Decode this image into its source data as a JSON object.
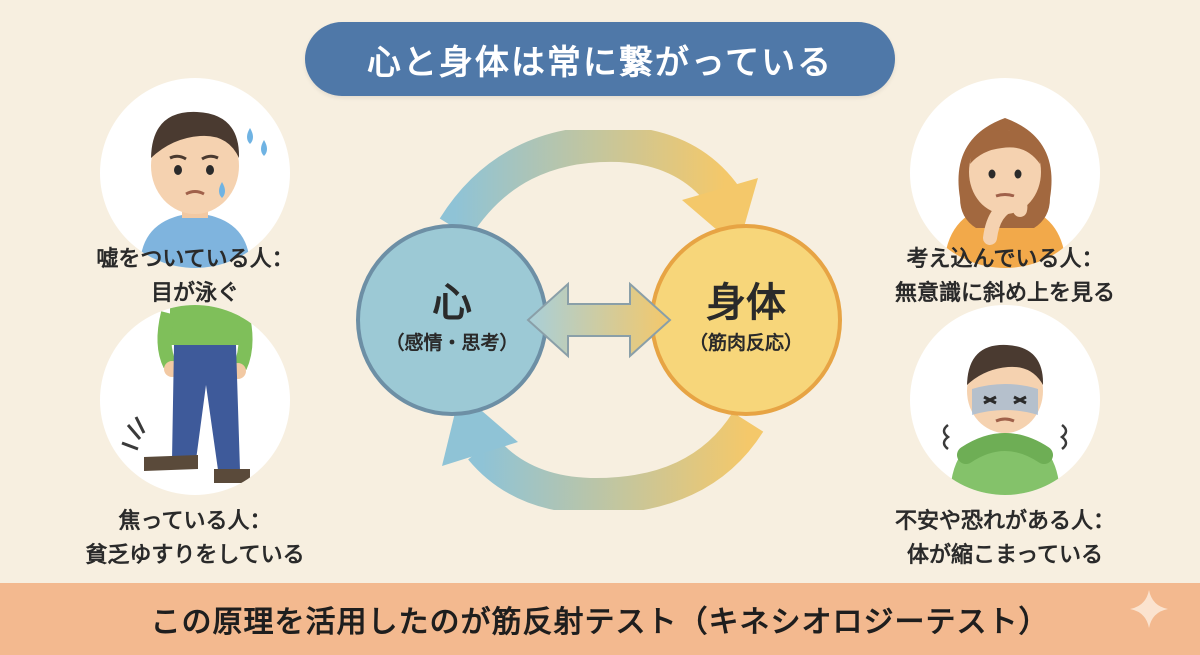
{
  "title": "心と身体は常に繋がっている",
  "mind": {
    "label": "心",
    "sub": "（感情・思考）"
  },
  "body_node": {
    "label": "身体",
    "sub": "（筋肉反応）"
  },
  "examples": {
    "liar": {
      "line1": "嘘をついている人：",
      "line2": "目が泳ぐ"
    },
    "impatient": {
      "line1": "焦っている人：",
      "line2": "貧乏ゆすりをしている"
    },
    "thinking": {
      "line1": "考え込んでいる人：",
      "line2": "無意識に斜め上を見る"
    },
    "anxious": {
      "line1": "不安や恐れがある人：",
      "line2": "体が縮こまっている"
    }
  },
  "banner": "この原理を活用したのが筋反射テスト（キネシオロジーテスト）",
  "colors": {
    "background": "#f7efe0",
    "title_pill": "#4f78a8",
    "mind_circle": "#9cc9d5",
    "body_circle": "#f7d67a",
    "banner": "#f3b98f"
  }
}
